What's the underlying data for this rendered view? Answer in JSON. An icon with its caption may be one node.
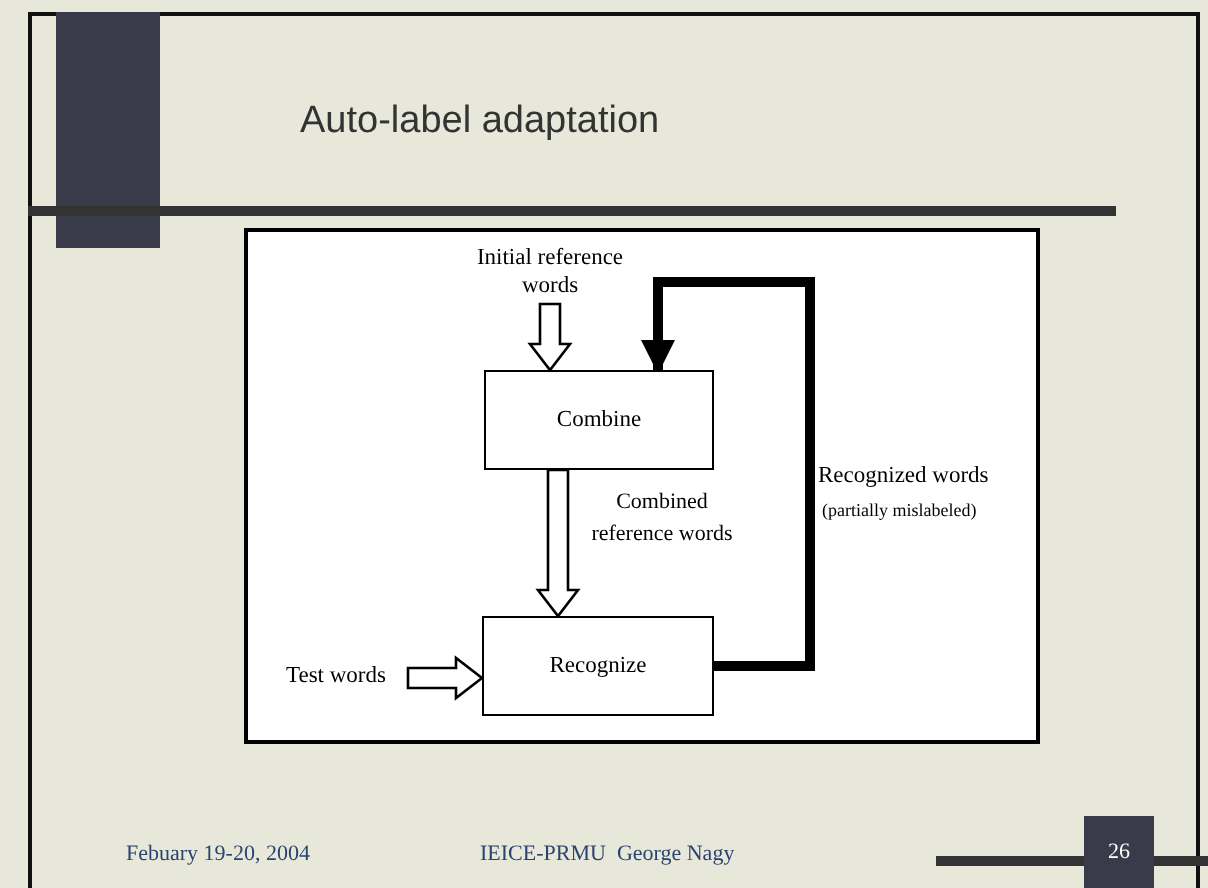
{
  "diagram": {
    "title": "Auto-label adaptation",
    "nodes": [
      {
        "text": [
          "Initial reference words"
        ]
      },
      {
        "text": [
          "Combine"
        ]
      },
      {
        "text": [
          "Recognize"
        ]
      },
      {
        "text": [
          "Test words"
        ]
      }
    ],
    "edges": [
      {
        "from": 0,
        "to": 1,
        "arrow": "to"
      },
      {
        "from": 1,
        "to": 2,
        "arrow": "to",
        "label": "Combined reference words"
      },
      {
        "from": 3,
        "to": 2,
        "arrow": "to"
      },
      {
        "from": 2,
        "to": 1,
        "arrow": "to",
        "label": "Recognized words"
      }
    ],
    "labels": [
      "(partially mislabeled)",
      "Febuary 19-20, 2004",
      "IEICE-PRMU  George Nagy",
      "26"
    ]
  }
}
